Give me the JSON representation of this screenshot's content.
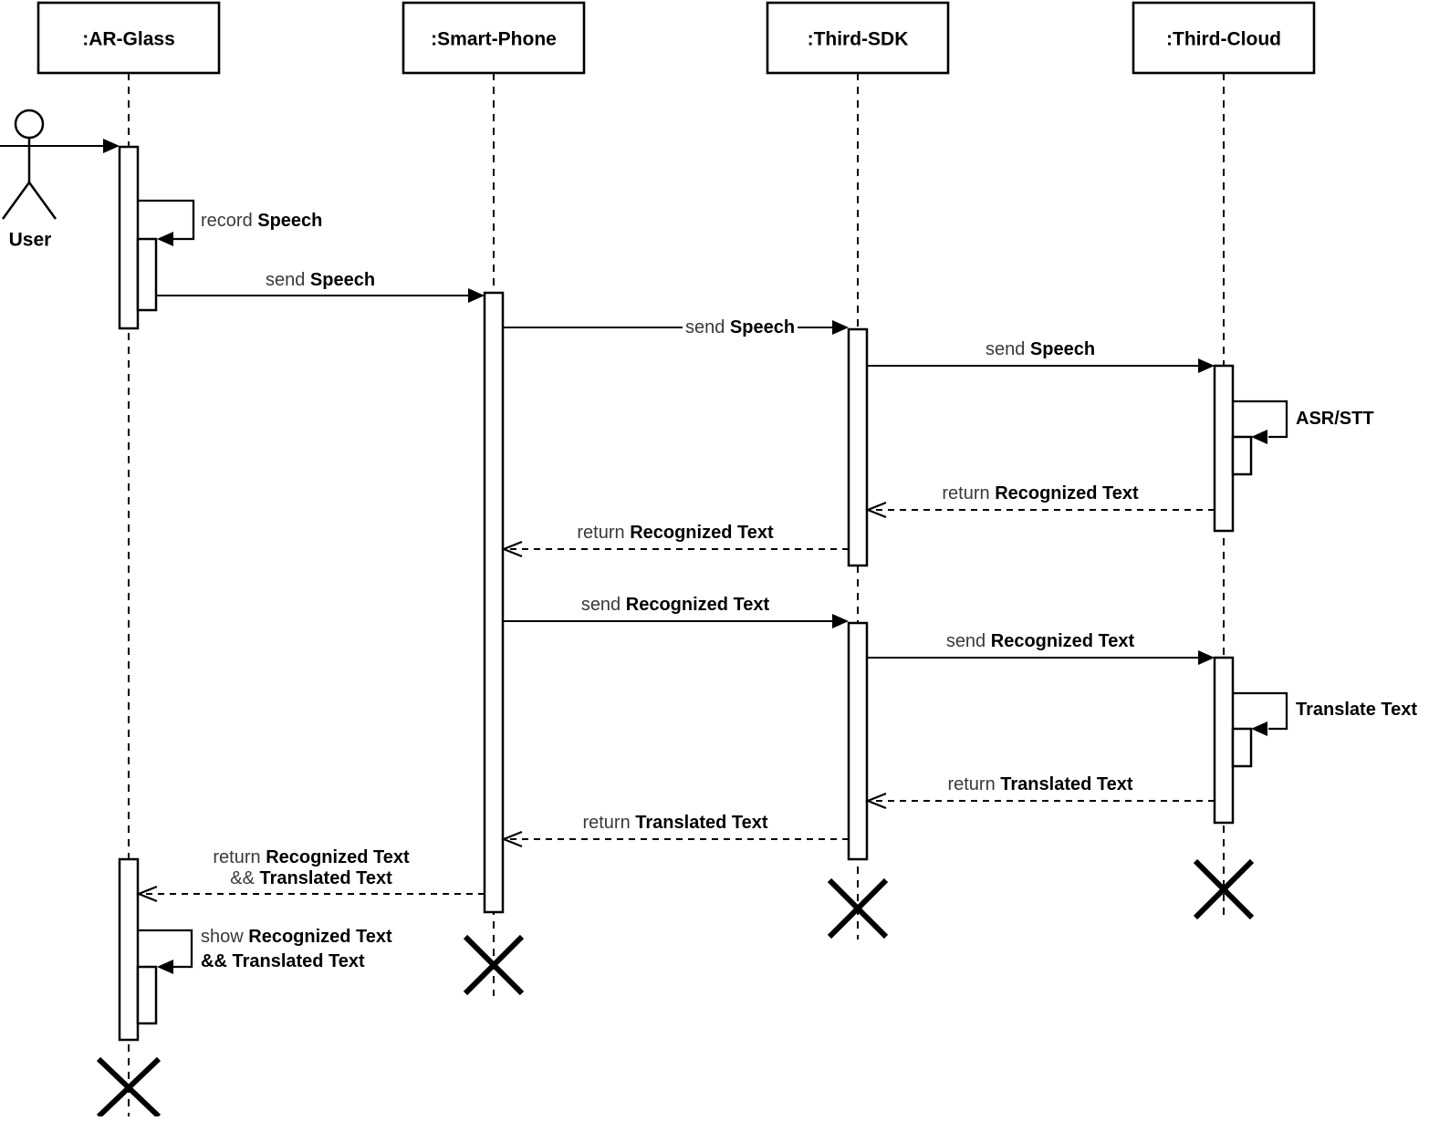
{
  "colors": {
    "ink": "#000000",
    "muted_text": "#3a3a3a",
    "background": "#ffffff"
  },
  "actor": {
    "label": "User"
  },
  "participants": [
    {
      "label": ":AR-Glass"
    },
    {
      "label": ":Smart-Phone"
    },
    {
      "label": ":Third-SDK"
    },
    {
      "label": ":Third-Cloud"
    }
  ],
  "messages": {
    "record_speech": {
      "verb": "record ",
      "object": "Speech"
    },
    "send_speech_phone": {
      "verb": "send ",
      "object": "Speech"
    },
    "send_speech_sdk": {
      "verb": "send ",
      "object": "Speech"
    },
    "send_speech_cloud": {
      "verb": "send ",
      "object": "Speech"
    },
    "asr_stt": {
      "object": "ASR/STT"
    },
    "return_recognized_sdk": {
      "verb": "return ",
      "object": "Recognized Text"
    },
    "return_recognized_phone": {
      "verb": "return ",
      "object": "Recognized Text"
    },
    "send_recognized_sdk": {
      "verb": "send ",
      "object": "Recognized Text"
    },
    "send_recognized_cloud": {
      "verb": "send ",
      "object": "Recognized Text"
    },
    "translate_text": {
      "object": "Translate Text"
    },
    "return_translated_sdk": {
      "verb": "return ",
      "object": "Translated Text"
    },
    "return_translated_phone": {
      "verb": "return ",
      "object": "Translated Text"
    },
    "return_combined": {
      "verb": "return ",
      "object": "Recognized Text",
      "amp": "&& ",
      "object2": "Translated Text"
    },
    "show_combined": {
      "verb": "show ",
      "object": "Recognized Text",
      "amp": "&& ",
      "object2": "Translated Text"
    }
  }
}
